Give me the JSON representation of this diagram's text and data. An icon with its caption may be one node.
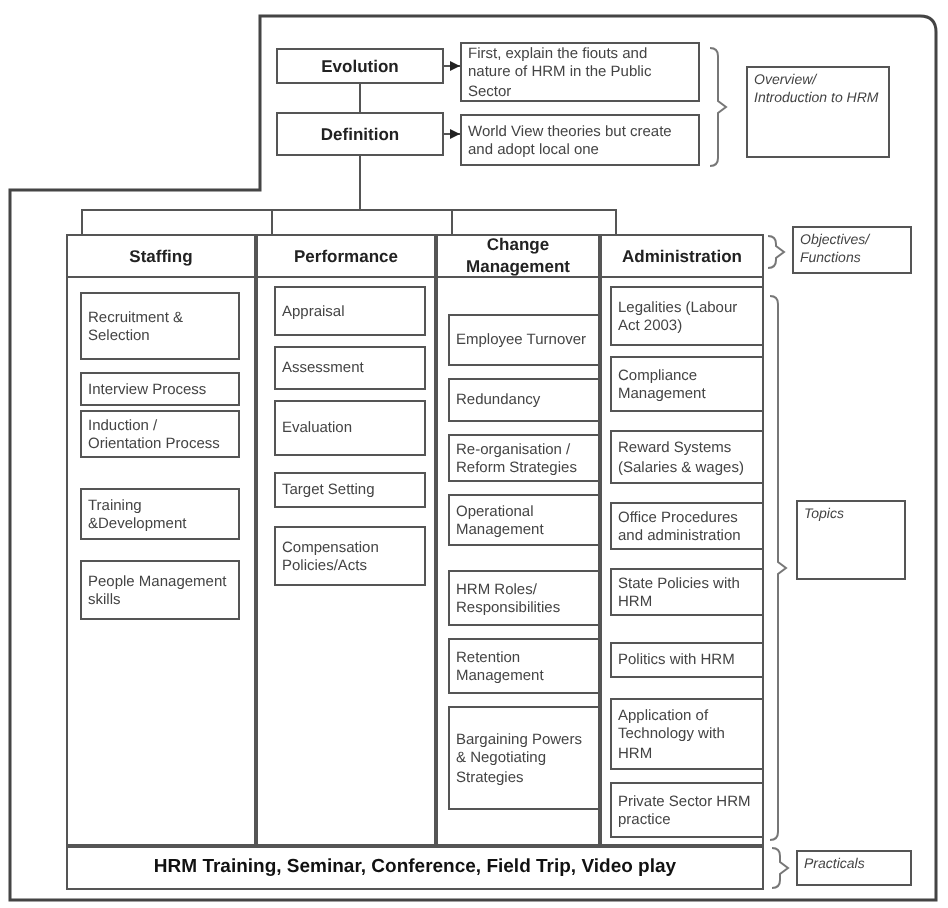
{
  "diagram": {
    "nodes": [
      {
        "text": [
          "Evolution"
        ]
      },
      {
        "text": [
          "Definition"
        ]
      },
      {
        "text": [
          "First, explain the fiouts and nature of HRM in the Public Sector"
        ]
      },
      {
        "text": [
          "World View theories but create and adopt local one"
        ]
      },
      {
        "text": [
          "Overview/ Introduction to HRM"
        ]
      },
      {
        "text": [
          "Staffing"
        ]
      },
      {
        "text": [
          "Recruitment & Selection"
        ],
        "in": 5
      },
      {
        "text": [
          "Interview Process"
        ],
        "in": 5
      },
      {
        "text": [
          "Induction / Orientation Process"
        ],
        "in": 5
      },
      {
        "text": [
          "Training &Development"
        ],
        "in": 5
      },
      {
        "text": [
          "People Management skills"
        ],
        "in": 5
      },
      {
        "text": [
          "Performance"
        ]
      },
      {
        "text": [
          "Appraisal"
        ],
        "in": 11
      },
      {
        "text": [
          "Assessment"
        ],
        "in": 11
      },
      {
        "text": [
          "Evaluation"
        ],
        "in": 11
      },
      {
        "text": [
          "Target Setting"
        ],
        "in": 11
      },
      {
        "text": [
          "Compensation Policies/Acts"
        ],
        "in": 11
      },
      {
        "text": [
          "Change Management"
        ]
      },
      {
        "text": [
          "Employee Turnover"
        ],
        "in": 17
      },
      {
        "text": [
          "Redundancy"
        ],
        "in": 17
      },
      {
        "text": [
          "Re-organisation / Reform Strategies"
        ],
        "in": 17
      },
      {
        "text": [
          "Operational Management"
        ],
        "in": 17
      },
      {
        "text": [
          "HRM Roles/ Responsibilities"
        ],
        "in": 17
      },
      {
        "text": [
          "Retention Management"
        ],
        "in": 17
      },
      {
        "text": [
          "Bargaining Powers & Negotiating Strategies"
        ],
        "in": 17
      },
      {
        "text": [
          "Administration"
        ]
      },
      {
        "text": [
          "Legalities (Labour Act 2003)"
        ],
        "in": 25
      },
      {
        "text": [
          "Compliance Management"
        ],
        "in": 25
      },
      {
        "text": [
          "Reward Systems (Salaries & wages)"
        ],
        "in": 25
      },
      {
        "text": [
          "Office Procedures and administration"
        ],
        "in": 25
      },
      {
        "text": [
          "State Policies with HRM"
        ],
        "in": 25
      },
      {
        "text": [
          "Politics with HRM"
        ],
        "in": 25
      },
      {
        "text": [
          "Application of Technology with HRM"
        ],
        "in": 25
      },
      {
        "text": [
          "Private Sector HRM practice"
        ],
        "in": 25
      },
      {
        "text": [
          "HRM Training, Seminar, Conference, Field Trip, Video play"
        ]
      },
      {
        "text": [
          "Objectives/ Functions"
        ]
      },
      {
        "text": [
          "Topics"
        ]
      },
      {
        "text": [
          "Practicals"
        ]
      }
    ],
    "edges": [
      {
        "from": 0,
        "to": 2,
        "arrow": "to"
      },
      {
        "from": 1,
        "to": 3,
        "arrow": "to"
      },
      {
        "from": 0,
        "to": 1,
        "arrow": "none"
      },
      {
        "from": 1,
        "to": 5,
        "arrow": "none"
      },
      {
        "from": 1,
        "to": 11,
        "arrow": "none"
      },
      {
        "from": 1,
        "to": 17,
        "arrow": "none"
      },
      {
        "from": 1,
        "to": 25,
        "arrow": "none"
      }
    ]
  }
}
